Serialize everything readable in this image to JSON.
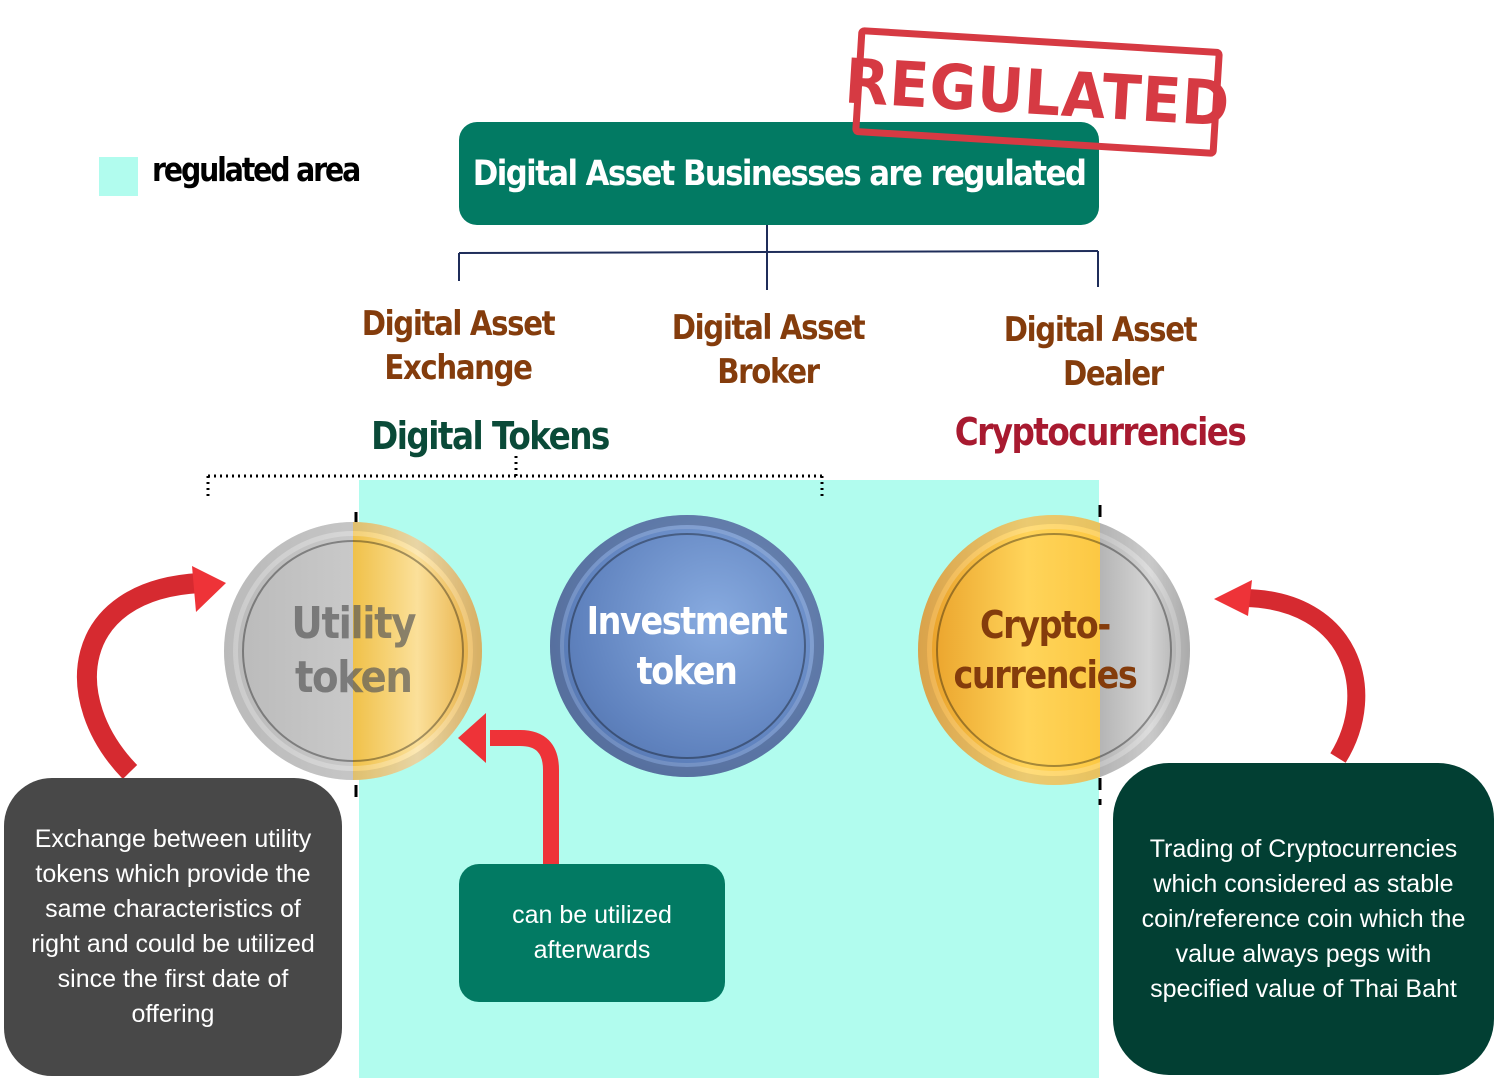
{
  "legend": {
    "label": "regulated area",
    "swatch_color": "#b1fcee"
  },
  "stamp": {
    "text": "REGULATED",
    "color": "#d63a43"
  },
  "header": {
    "title": "Digital Asset Businesses are regulated",
    "color": "#027a63"
  },
  "businesses": [
    {
      "line1": "Digital Asset",
      "line2": "Exchange"
    },
    {
      "line1": "Digital Asset",
      "line2": "Broker"
    },
    {
      "line1": "Digital Asset",
      "line2": "Dealer"
    }
  ],
  "categories": {
    "tokens": "Digital Tokens",
    "crypto": "Cryptocurrencies"
  },
  "coins": {
    "utility": {
      "line1": "Utility",
      "line2": "token"
    },
    "investment": {
      "line1": "Investment",
      "line2": "token"
    },
    "crypto": {
      "line1": "Crypto-",
      "line2": "currencies"
    }
  },
  "boxes": {
    "utility_exchange": "Exchange between utility tokens which provide the same characteristics of right and could be utilized since the first date of offering",
    "afterwards": "can be utilized afterwards",
    "crypto_trading": "Trading of Cryptocurrencies which considered as stable coin/reference coin which the value always pegs with specified value of Thai Baht"
  },
  "colors": {
    "regulated_area": "#b1fcee",
    "business_label": "#843c0c",
    "tokens_label": "#0a4a38",
    "crypto_label": "#a81a30",
    "arrow": "#ee3338",
    "box_gray": "#484848",
    "box_green": "#027a63",
    "box_dark_green": "#023f33"
  }
}
